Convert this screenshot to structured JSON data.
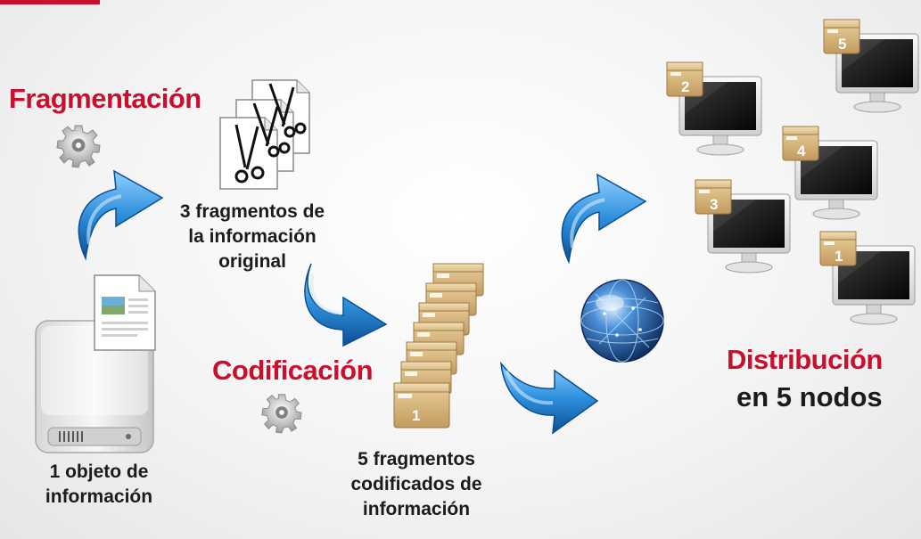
{
  "titles": {
    "fragmentacion": "Fragmentación",
    "codificacion": "Codificación",
    "distribucion": "Distribución",
    "distribucion_sub": "en 5 nodos"
  },
  "captions": {
    "objeto": [
      "1 objeto de",
      "información"
    ],
    "fragmentos": [
      "3 fragmentos de",
      "la información",
      "original"
    ],
    "codificados": [
      "5 fragmentos",
      "codificados de",
      "información"
    ]
  },
  "encoded_boxes": [
    "1"
  ],
  "nodes": [
    "2",
    "5",
    "4",
    "3",
    "1"
  ],
  "colors": {
    "accent_red": "#c8102e",
    "arrow_blue": "#1f6fb5",
    "box_tan": "#d4b07a"
  },
  "icons": [
    "gear-icon",
    "curved-arrow-icon",
    "document-icon",
    "scissors-icon",
    "hard-drive-icon",
    "package-box-icon",
    "globe-icon",
    "monitor-icon"
  ]
}
